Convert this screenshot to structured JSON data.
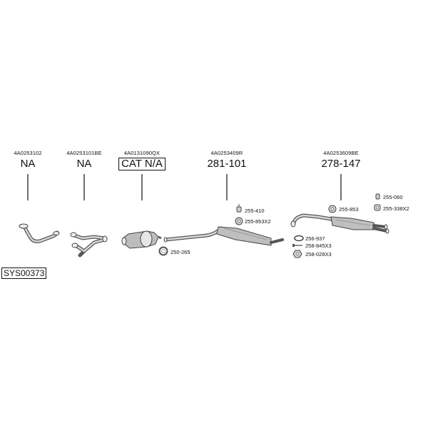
{
  "diagram": {
    "system_code": "SYS00373",
    "sections": [
      {
        "oem": "4A0253102",
        "part": "NA",
        "boxed": false
      },
      {
        "oem": "4A0253101BE",
        "part": "NA",
        "boxed": false
      },
      {
        "oem": "4A0131090QX",
        "part": "CAT N/A",
        "boxed": true
      },
      {
        "oem": "4A0253409R",
        "part": "281-101",
        "boxed": false
      },
      {
        "oem": "4A0253609BE",
        "part": "278-147",
        "boxed": false
      }
    ],
    "accessories": [
      {
        "code": "250-265",
        "icon": "clamp-ring-icon"
      },
      {
        "code": "255-410",
        "icon": "rubber-hanger-icon"
      },
      {
        "code": "255-853X2",
        "icon": "rubber-ring-icon"
      },
      {
        "code": "256-937",
        "icon": "gasket-icon"
      },
      {
        "code": "258-845X3",
        "icon": "bolt-icon"
      },
      {
        "code": "258-028X3",
        "icon": "nut-icon"
      },
      {
        "code": "255-060",
        "icon": "rubber-hanger-icon"
      },
      {
        "code": "255-853",
        "icon": "rubber-ring-icon"
      },
      {
        "code": "255-338X2",
        "icon": "rubber-mount-icon"
      }
    ]
  }
}
